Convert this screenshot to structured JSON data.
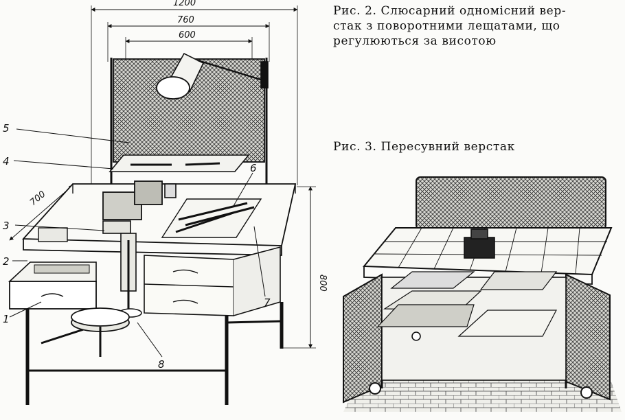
{
  "captions": {
    "fig2_line1": "Рис. 2. Слюсарний одномісний вер-",
    "fig2_line2": "стак з поворотними лещатами, що",
    "fig2_line3": "регулюються за висотою",
    "fig3": "Рис. 3. Пересувний верстак"
  },
  "dimensions": {
    "d1200": "1200",
    "d760": "760",
    "d600": "600",
    "d700": "700",
    "d800": "800"
  },
  "callouts": {
    "c1": "1",
    "c2": "2",
    "c3": "3",
    "c4": "4",
    "c5": "5",
    "c6": "6",
    "c7": "7",
    "c8": "8"
  }
}
